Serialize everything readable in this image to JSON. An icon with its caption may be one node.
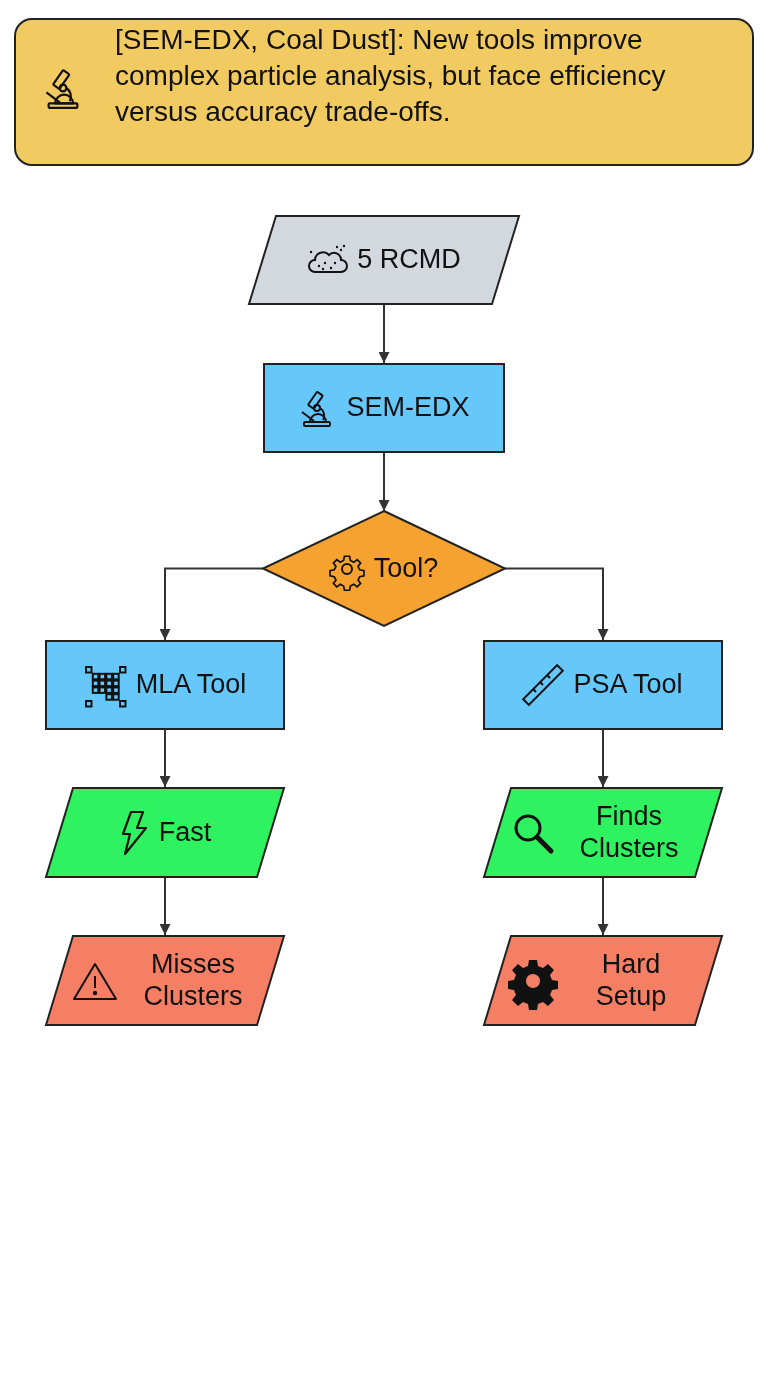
{
  "diagram": {
    "title": "[SEM-EDX, Coal Dust]: New tools improve complex particle analysis, but face efficiency versus accuracy trade-offs.",
    "nodes": [
      {
        "text": [
          "5 RCMD"
        ]
      },
      {
        "text": [
          "SEM-EDX"
        ]
      },
      {
        "text": [
          "Tool?"
        ]
      },
      {
        "text": [
          "MLA Tool"
        ]
      },
      {
        "text": [
          "PSA Tool"
        ]
      },
      {
        "text": [
          "Fast"
        ]
      },
      {
        "text": [
          "Finds Clusters"
        ]
      },
      {
        "text": [
          "Misses Clusters"
        ]
      },
      {
        "text": [
          "Hard Setup"
        ]
      }
    ],
    "edges": [
      {
        "from": 0,
        "to": 1,
        "arrow": "to"
      },
      {
        "from": 1,
        "to": 2,
        "arrow": "to"
      },
      {
        "from": 2,
        "to": 3,
        "arrow": "to"
      },
      {
        "from": 2,
        "to": 4,
        "arrow": "to"
      },
      {
        "from": 3,
        "to": 5,
        "arrow": "to"
      },
      {
        "from": 5,
        "to": 7,
        "arrow": "to"
      },
      {
        "from": 4,
        "to": 6,
        "arrow": "to"
      },
      {
        "from": 6,
        "to": 8,
        "arrow": "to"
      }
    ]
  }
}
